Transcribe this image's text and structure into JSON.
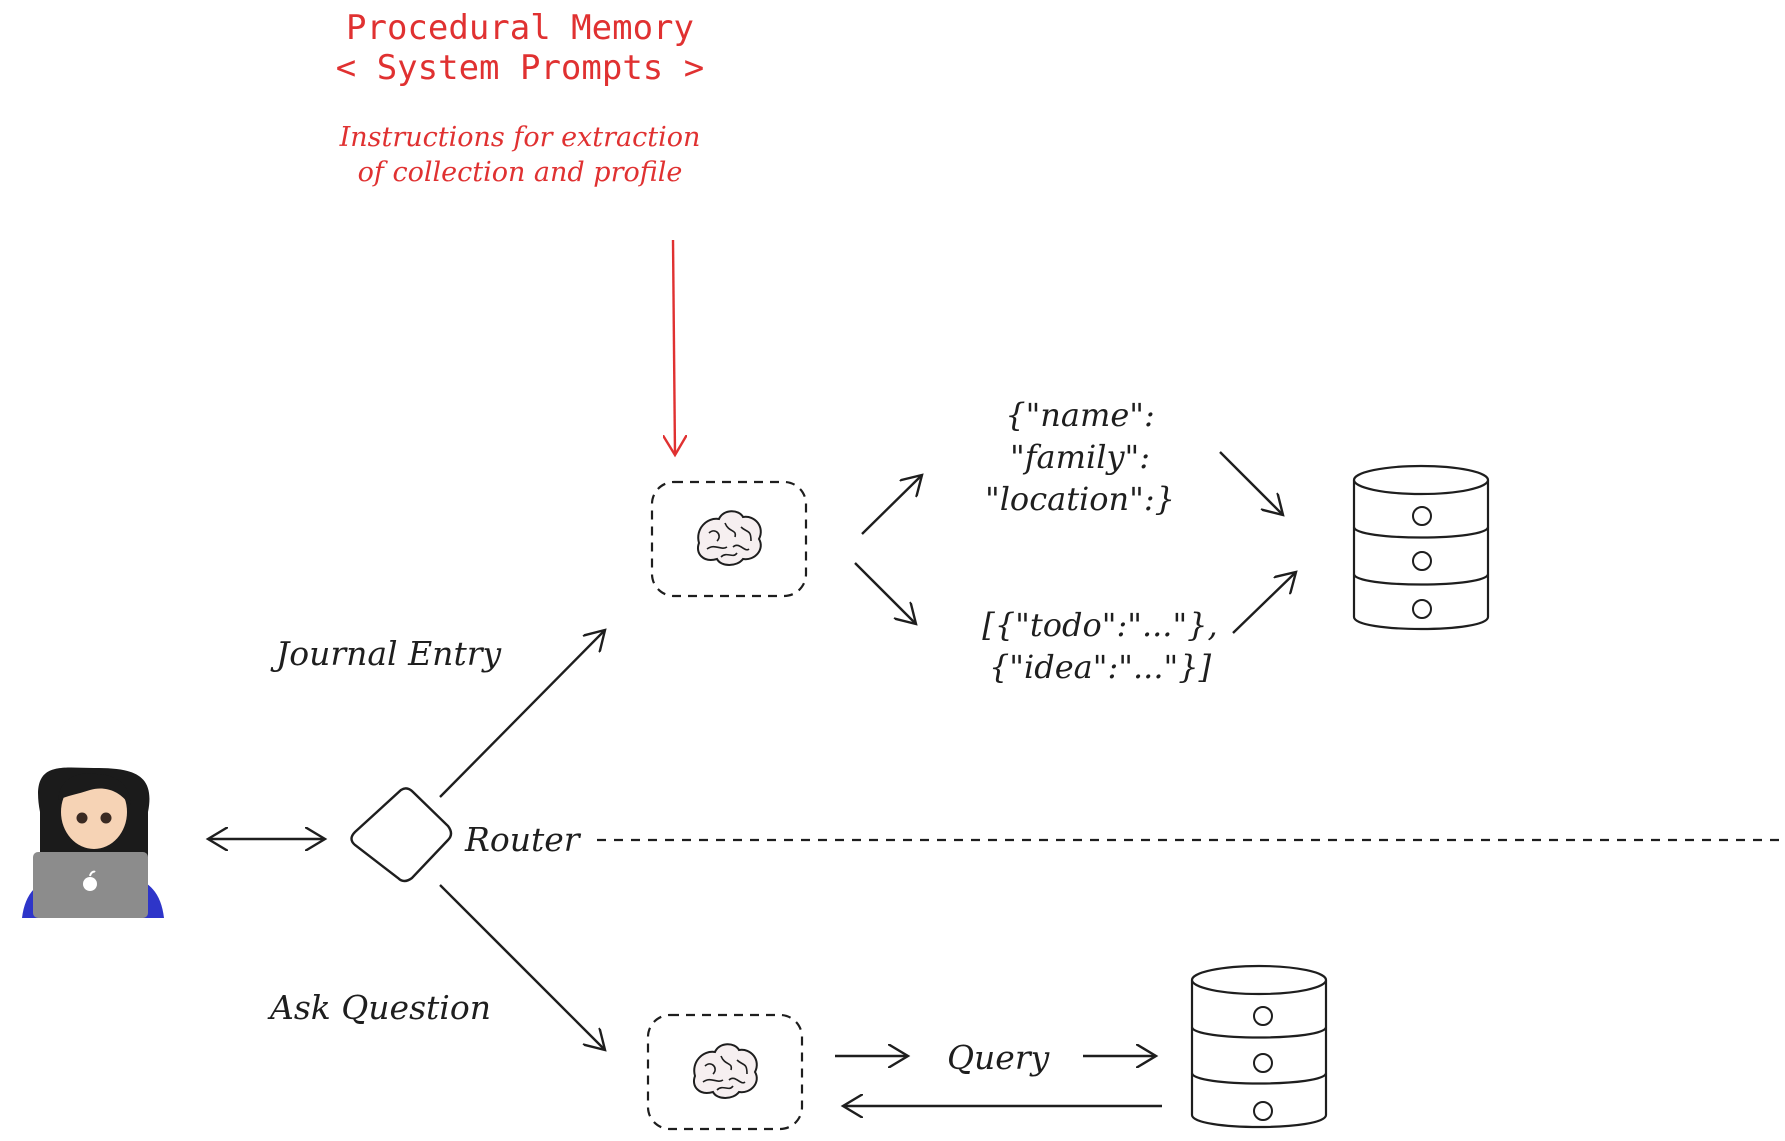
{
  "procedural_memory": {
    "title": "Procedural Memory",
    "subtitle": "< System Prompts >",
    "note_line1": "Instructions for extraction",
    "note_line2": "of collection and profile"
  },
  "labels": {
    "journal_entry": "Journal Entry",
    "router": "Router",
    "ask_question": "Ask Question",
    "query": "Query"
  },
  "profile_schema": {
    "line1": "{\"name\":",
    "line2": "\"family\":",
    "line3": "\"location\":}"
  },
  "collection_schema": {
    "line1": "[{\"todo\":\"...\"},",
    "line2": "{\"idea\":\"...\"}]"
  },
  "icons": {
    "user": "woman-with-laptop-icon",
    "llm": "brain-icon",
    "store": "database-icon",
    "router": "diamond-icon"
  },
  "colors": {
    "annotation": "#e03131",
    "stroke": "#1e1e1e"
  }
}
